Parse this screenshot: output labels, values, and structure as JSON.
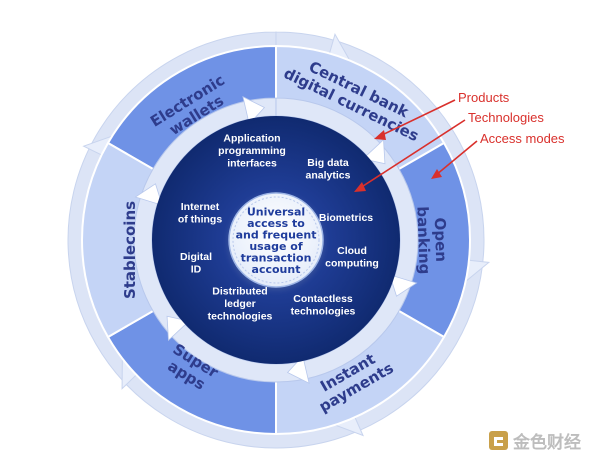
{
  "outer_segments": [
    {
      "key": "electronic-wallets",
      "lines": [
        "Electronic",
        "wallets"
      ]
    },
    {
      "key": "central-bank-digital-currencies",
      "lines": [
        "Central bank",
        "digital currencies"
      ]
    },
    {
      "key": "open-banking",
      "lines": [
        "Open",
        "banking"
      ]
    },
    {
      "key": "instant-payments",
      "lines": [
        "Instant",
        "payments"
      ]
    },
    {
      "key": "super-apps",
      "lines": [
        "Super",
        "apps"
      ]
    },
    {
      "key": "stablecoins",
      "lines": [
        "Stablecoins"
      ]
    }
  ],
  "technologies": [
    {
      "key": "application-programming-interfaces",
      "lines": [
        "Application",
        "programming",
        "interfaces"
      ]
    },
    {
      "key": "big-data-analytics",
      "lines": [
        "Big data",
        "analytics"
      ]
    },
    {
      "key": "biometrics",
      "lines": [
        "Biometrics"
      ]
    },
    {
      "key": "cloud-computing",
      "lines": [
        "Cloud",
        "computing"
      ]
    },
    {
      "key": "contactless-technologies",
      "lines": [
        "Contactless",
        "technologies"
      ]
    },
    {
      "key": "distributed-ledger-technologies",
      "lines": [
        "Distributed",
        "ledger",
        "technologies"
      ]
    },
    {
      "key": "digital-id",
      "lines": [
        "Digital",
        "ID"
      ]
    },
    {
      "key": "internet-of-things",
      "lines": [
        "Internet",
        "of things"
      ]
    }
  ],
  "center": {
    "lines": [
      "Universal",
      "access to",
      "and frequent",
      "usage of",
      "transaction",
      "account"
    ]
  },
  "legend": [
    {
      "key": "products",
      "text": "Products"
    },
    {
      "key": "technologies",
      "text": "Technologies"
    },
    {
      "key": "access-modes",
      "text": "Access modes"
    }
  ],
  "watermark": {
    "text": "金色财经"
  },
  "colors": {
    "outer_ring_light": "#dce4f6",
    "segment_blue": "#6f92e6",
    "segment_light": "#c4d4f6",
    "tech_disk": "#14307c",
    "center_fill": "#ffffff",
    "legend_red": "#d9302c"
  }
}
